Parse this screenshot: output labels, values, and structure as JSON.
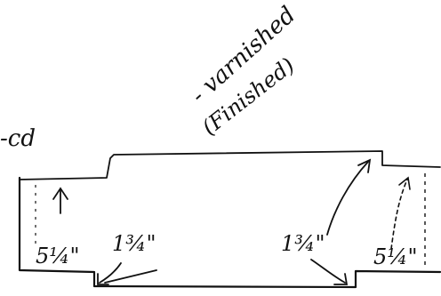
{
  "annotations": {
    "partial_word": "-cd",
    "varnished": "- varnished",
    "finished": "(Finished)"
  },
  "dimensions": {
    "left_height": "5¼\"",
    "left_step": "1¾\"",
    "right_step": "1¾\"",
    "right_height": "5¼\""
  },
  "colors": {
    "ink": "#111111",
    "paper": "#ffffff"
  }
}
